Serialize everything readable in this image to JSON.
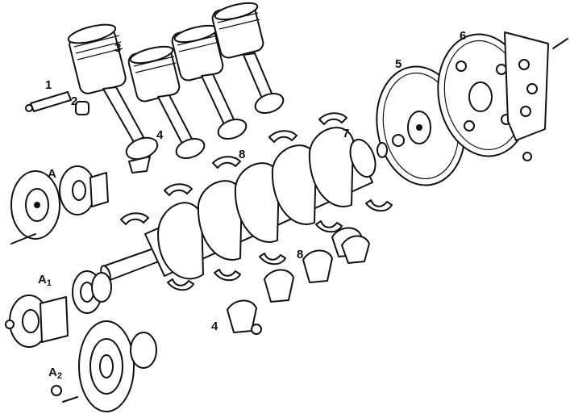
{
  "labels": {
    "l1": "1",
    "l2": "2",
    "l3": "3",
    "l4a": "4",
    "l4b": "4",
    "l5": "5",
    "l6": "6",
    "l7": "7",
    "l8a": "8",
    "l8b": "8",
    "lA": "A",
    "lA1": "A",
    "lA1sub": "1",
    "lA2": "A",
    "lA2sub": "2"
  },
  "colors": {
    "ink": "#111111",
    "paper": "#ffffff"
  }
}
